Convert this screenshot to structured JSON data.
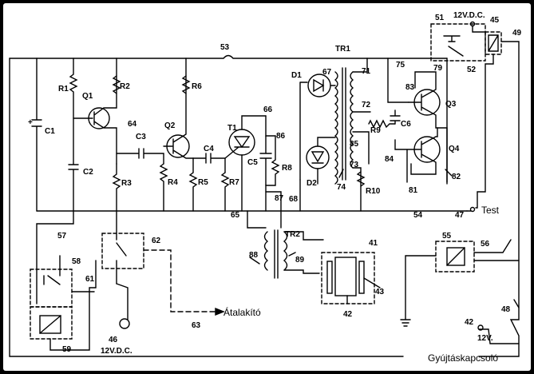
{
  "labels": {
    "r1": "R1",
    "r2": "R2",
    "r3": "R3",
    "r4": "R4",
    "r5": "R5",
    "r6": "R6",
    "r7": "R7",
    "r8": "R8",
    "r9": "R9",
    "r10": "R10",
    "c1": "C1",
    "c2": "C2",
    "c3": "C3",
    "c4": "C4",
    "c5": "C5",
    "c6": "C6",
    "q1": "Q1",
    "q2": "Q2",
    "q3": "Q3",
    "q4": "Q4",
    "t1": "T1",
    "d1": "D1",
    "d2": "D2",
    "tr1": "TR1",
    "tr2": "TR2",
    "n41": "41",
    "n42a": "42",
    "n42b": "42",
    "n43": "43",
    "n45": "45",
    "n46": "46",
    "n47": "47",
    "n48": "48",
    "n49": "49",
    "n51": "51",
    "n52": "52",
    "n53": "53",
    "n54": "54",
    "n55": "55",
    "n56": "56",
    "n57": "57",
    "n58": "58",
    "n59": "59",
    "n61": "61",
    "n62": "62",
    "n63": "63",
    "n64": "64",
    "n65": "65",
    "n66": "66",
    "n67": "67",
    "n68": "68",
    "n71": "71",
    "n72": "72",
    "n73": "73",
    "n74": "74",
    "n75": "75",
    "n79": "79",
    "n81": "81",
    "n82": "82",
    "n83": "83",
    "n84": "84",
    "n85": "85",
    "n86": "86",
    "n87": "87",
    "n88": "88",
    "n89": "89",
    "v12dc_top": "12V.D.C.",
    "v12dc_bottom": "12V.D.C.",
    "v12": "12V.",
    "plus": "+",
    "test": "Test",
    "atalakito": "Átalakító",
    "gyujtas": "Gyújtáskapcsoló"
  }
}
